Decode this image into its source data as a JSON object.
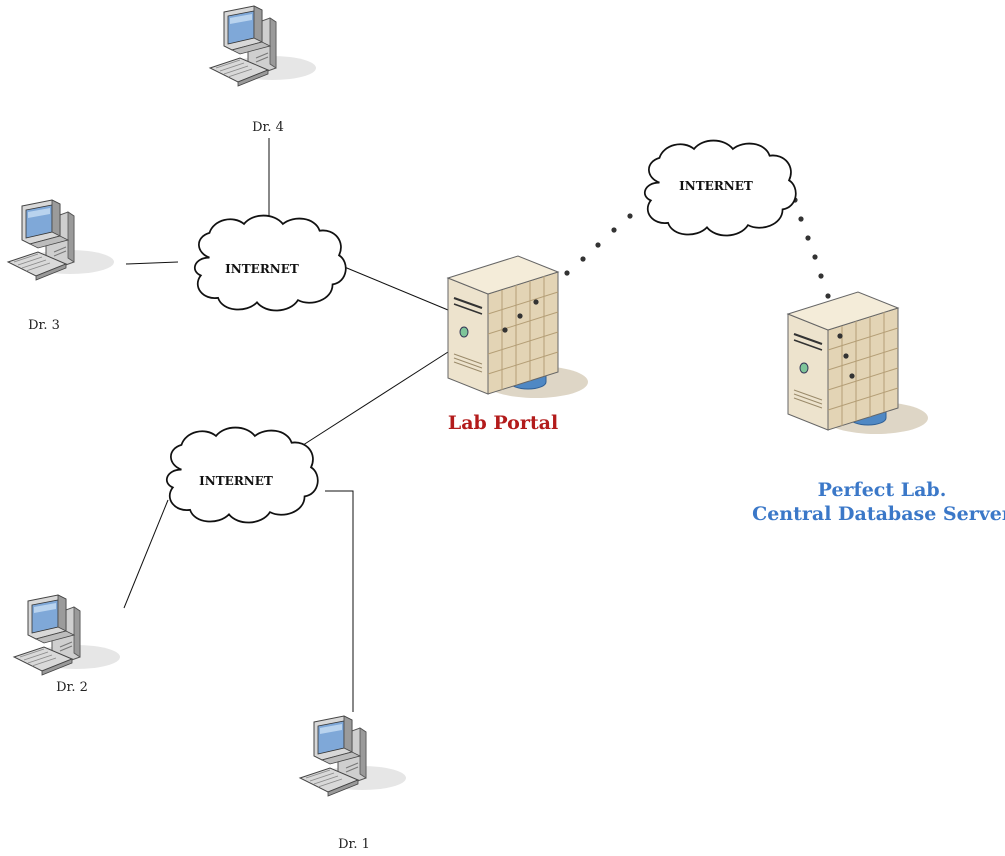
{
  "network": {
    "clouds": [
      {
        "id": "cloud-dr3-dr4",
        "label": "INTERNET"
      },
      {
        "id": "cloud-dr1-dr2",
        "label": "INTERNET"
      },
      {
        "id": "cloud-portal-db",
        "label": "INTERNET"
      }
    ],
    "workstations": [
      {
        "id": "dr4",
        "label": "Dr. 4"
      },
      {
        "id": "dr3",
        "label": "Dr. 3"
      },
      {
        "id": "dr2",
        "label": "Dr. 2"
      },
      {
        "id": "dr1",
        "label": "Dr. 1"
      }
    ],
    "servers": {
      "portal": {
        "label": "Lab Portal",
        "color": "#b31b1b"
      },
      "central": {
        "label_line1": "Perfect Lab.",
        "label_line2": "Central Database Server",
        "color": "#3b78c8"
      }
    },
    "links": [
      {
        "from": "dr4",
        "to": "cloud-dr3-dr4",
        "style": "solid"
      },
      {
        "from": "dr3",
        "to": "cloud-dr3-dr4",
        "style": "solid"
      },
      {
        "from": "cloud-dr3-dr4",
        "to": "portal",
        "style": "solid"
      },
      {
        "from": "cloud-dr1-dr2",
        "to": "portal",
        "style": "solid"
      },
      {
        "from": "dr2",
        "to": "cloud-dr1-dr2",
        "style": "solid"
      },
      {
        "from": "dr1",
        "to": "cloud-dr1-dr2",
        "style": "solid"
      },
      {
        "from": "portal",
        "to": "cloud-portal-db",
        "style": "dotted"
      },
      {
        "from": "cloud-portal-db",
        "to": "central",
        "style": "dotted"
      }
    ]
  }
}
